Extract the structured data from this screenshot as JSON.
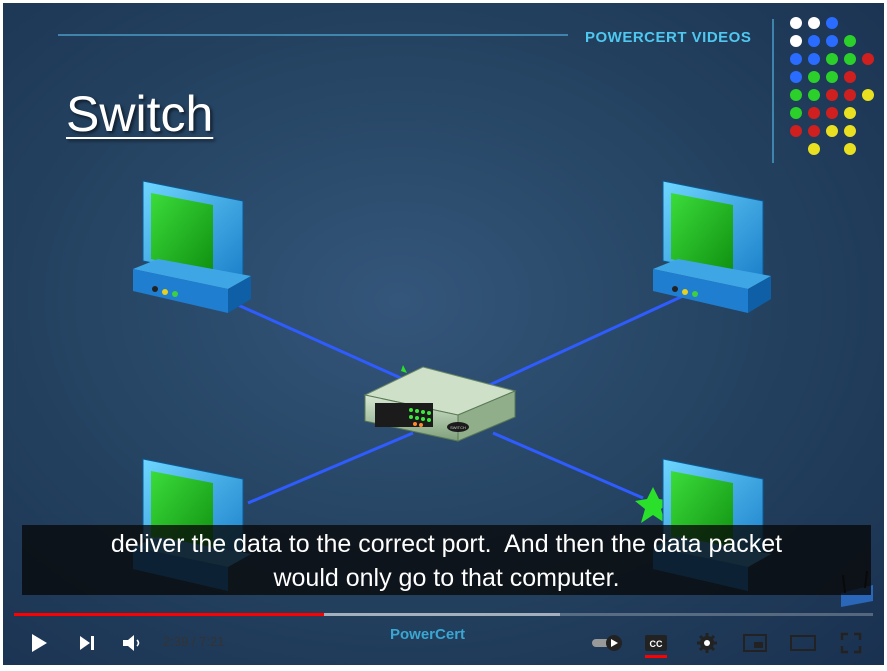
{
  "video": {
    "brand_text": "POWERCERT VIDEOS",
    "slide_title": "Switch",
    "switch_front_text": "SWITCH"
  },
  "captions": {
    "line1": "deliver the data to the correct port.  And then the data packet",
    "line2": "would only go to that computer."
  },
  "progress": {
    "played_fraction": 0.361,
    "loaded_fraction": 0.636,
    "played_color": "#ff0000"
  },
  "controls": {
    "current_time": "2:39",
    "separator": " / ",
    "duration": "7:21",
    "watermark": "PowerCert",
    "icons": [
      "play-icon",
      "next-icon",
      "volume-icon",
      "autoplay-toggle",
      "captions-icon",
      "settings-icon",
      "miniplayer-icon",
      "theater-icon",
      "fullscreen-icon"
    ]
  },
  "colors": {
    "accent": "#4fc8f0",
    "cable": "#2f5cff",
    "screen": "#22c522"
  }
}
